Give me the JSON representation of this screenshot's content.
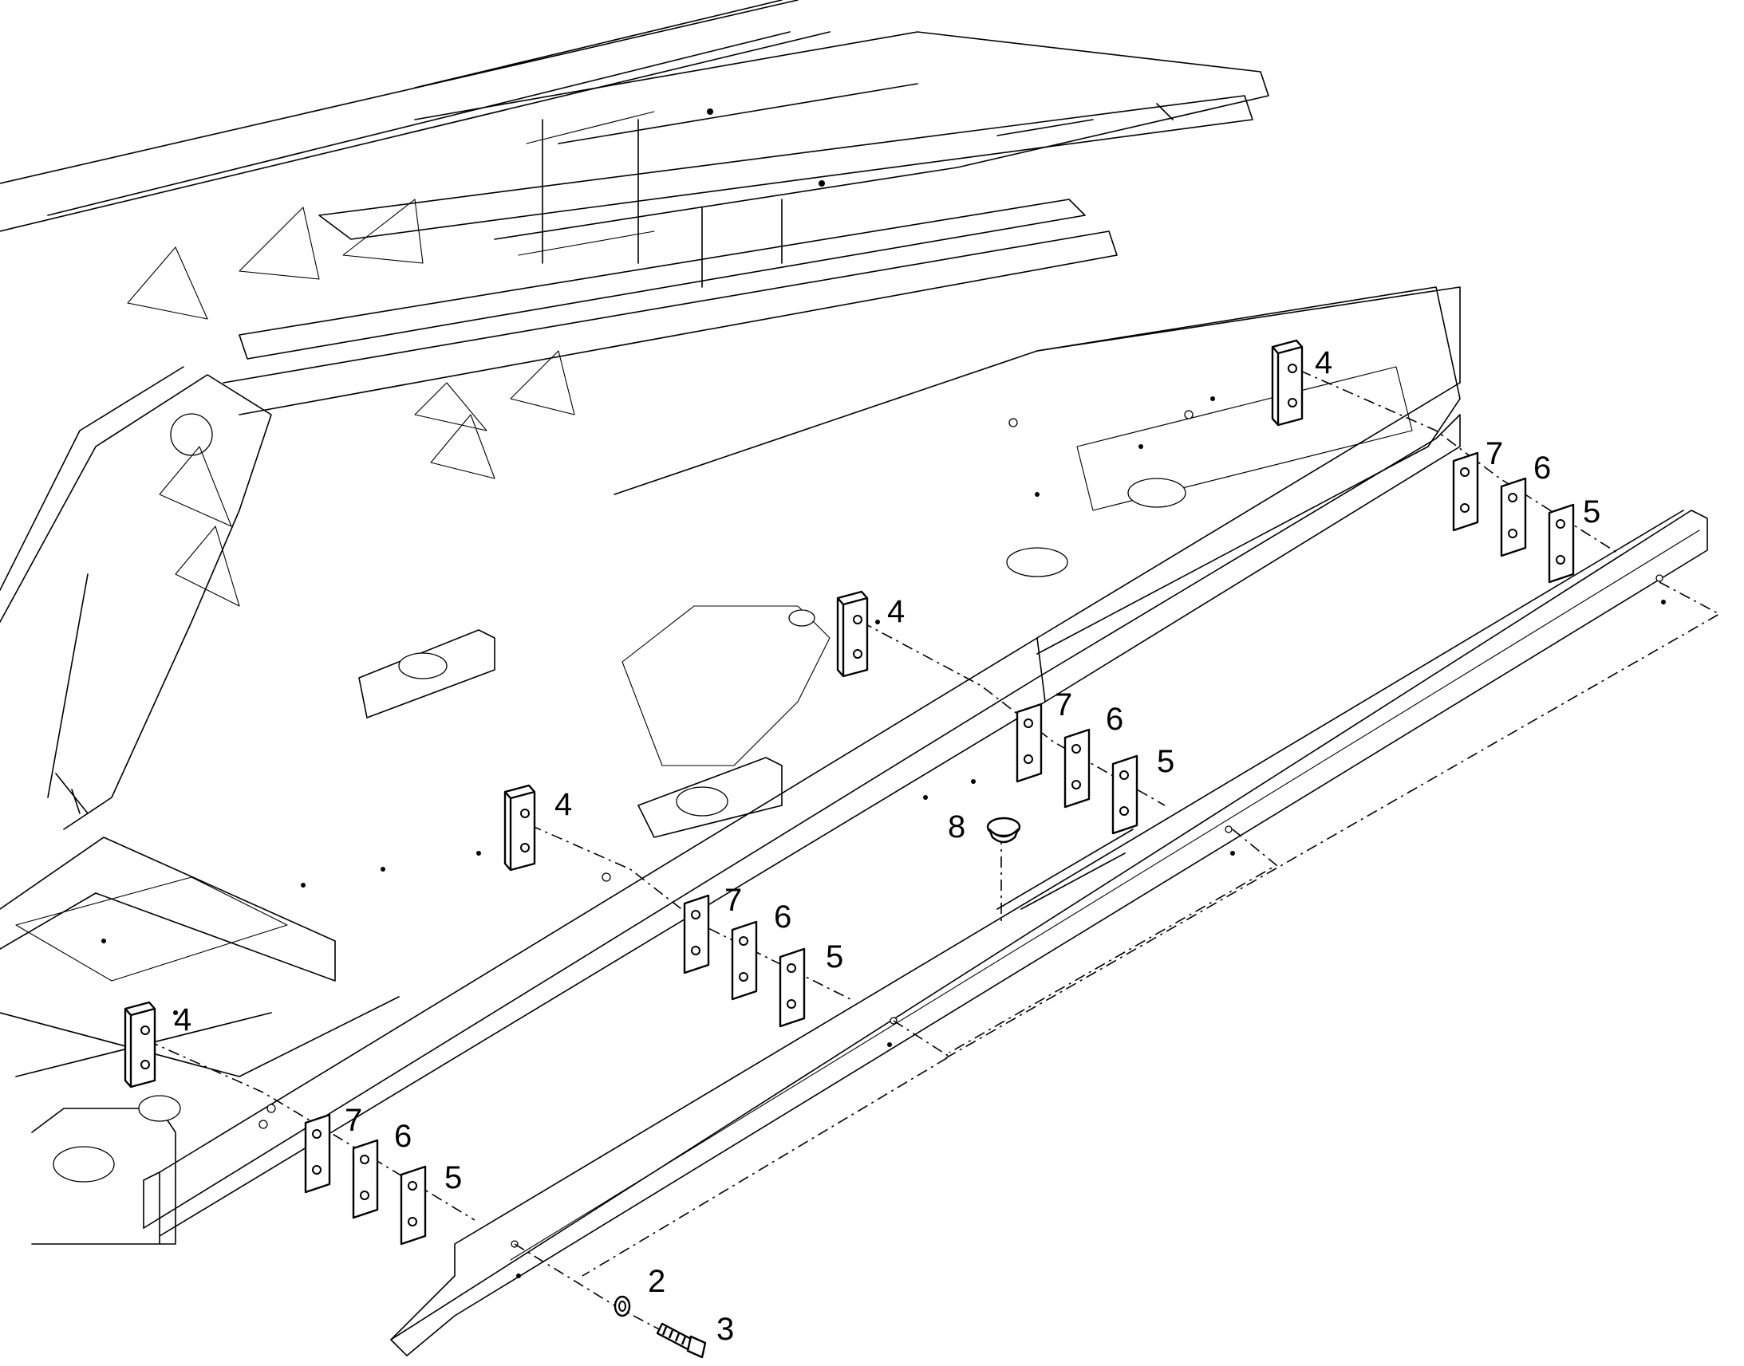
{
  "callouts": {
    "c2": "2",
    "c3": "3",
    "c4a": "4",
    "c4b": "4",
    "c4c": "4",
    "c4d": "4",
    "c5a": "5",
    "c5b": "5",
    "c5c": "5",
    "c5d": "5",
    "c6a": "6",
    "c6b": "6",
    "c6c": "6",
    "c6d": "6",
    "c7a": "7",
    "c7b": "7",
    "c7c": "7",
    "c7d": "7",
    "c8": "8"
  }
}
